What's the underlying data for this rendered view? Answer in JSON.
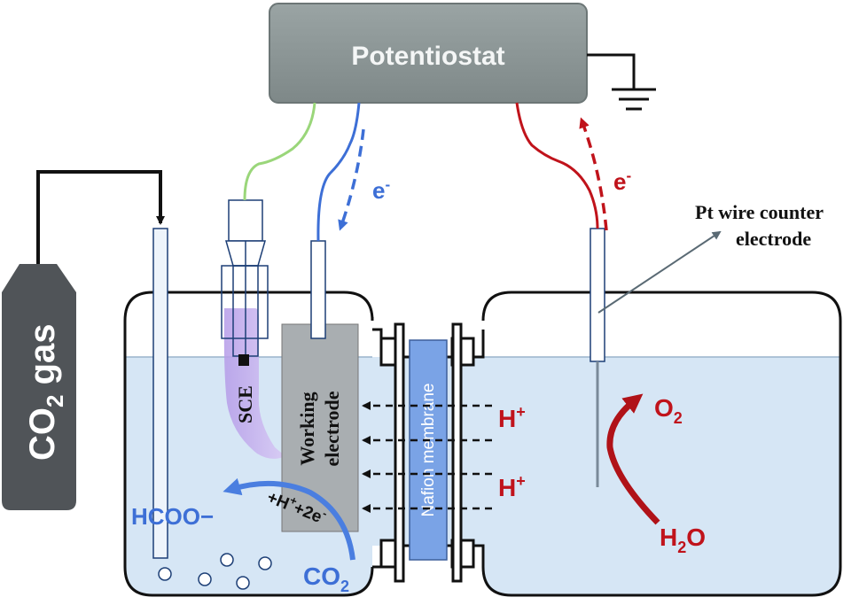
{
  "potentiostat": {
    "label": "Potentiostat"
  },
  "co2_cylinder": {
    "label_main": "CO",
    "label_sub": "2",
    "label_tail": " gas"
  },
  "electrons": {
    "left": {
      "base": "e",
      "sup": "-"
    },
    "right": {
      "base": "e",
      "sup": "-"
    }
  },
  "counter_electrode": {
    "line1": "Pt wire counter",
    "line2": "electrode"
  },
  "reference_electrode": {
    "label": "SCE"
  },
  "working_electrode": {
    "line1": "Working",
    "line2": "electrode"
  },
  "membrane": {
    "label": "Nafion membrane"
  },
  "protons": [
    {
      "base": "H",
      "sup": "+"
    },
    {
      "base": "H",
      "sup": "+"
    }
  ],
  "products": {
    "oxygen": {
      "base": "O",
      "sub": "2"
    },
    "water": {
      "base": "H",
      "sub": "2",
      "tail": "O"
    },
    "formate": {
      "label": "HCOO−"
    },
    "co2": {
      "base": "CO",
      "sub": "2"
    },
    "reaction": {
      "part1": "+H",
      "sup1": "+",
      "part2": "+2e",
      "sup2": "-"
    }
  },
  "colors": {
    "potentiostat": "#8c9696",
    "electrolyte": "#d6e6f5",
    "blue": "#3d6fd6",
    "red": "#c0131b",
    "green": "#9ad67a",
    "cylinder": "#505458",
    "working_electrode": "#a9aeb1",
    "membrane": "#7aa3e6",
    "sce_band": "#c9b3ee"
  }
}
